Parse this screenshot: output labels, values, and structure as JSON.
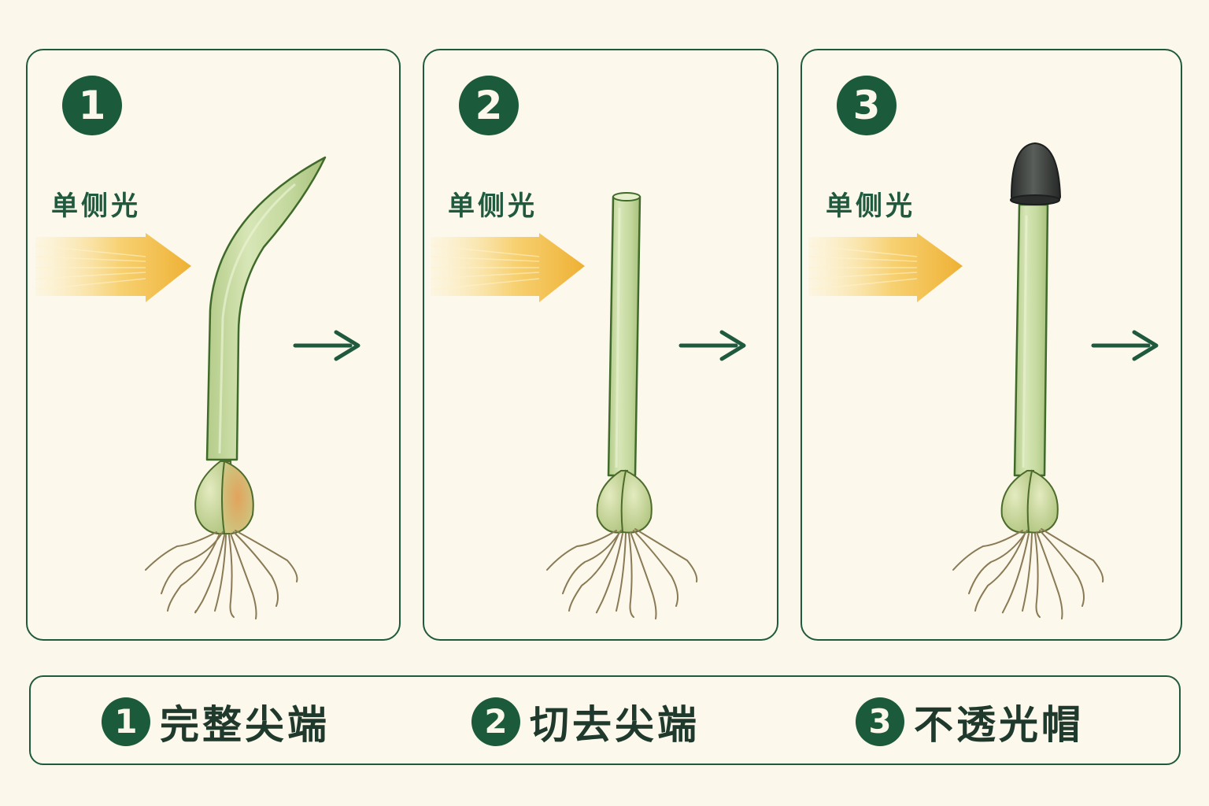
{
  "panels": [
    {
      "number": "1",
      "light_label": "单侧光"
    },
    {
      "number": "2",
      "light_label": "单侧光"
    },
    {
      "number": "3",
      "light_label": "单侧光"
    }
  ],
  "legend": {
    "items": [
      {
        "number": "1",
        "label": "完整尖端"
      },
      {
        "number": "2",
        "label": "切去尖端"
      },
      {
        "number": "3",
        "label": "不透光帽"
      }
    ]
  },
  "colors": {
    "frame": "#1f5a3e",
    "badge": "#1b5a3b",
    "background": "#fbf7ea",
    "light": "#f0b73a",
    "stem": "#c9dca4",
    "stem_outline": "#3f6a2a",
    "cap": "#3a3d3a",
    "root": "#8a7a55"
  },
  "icons": {
    "light_arrow": "light-beam-arrow-icon",
    "growth_arrow": "right-arrow-icon"
  }
}
